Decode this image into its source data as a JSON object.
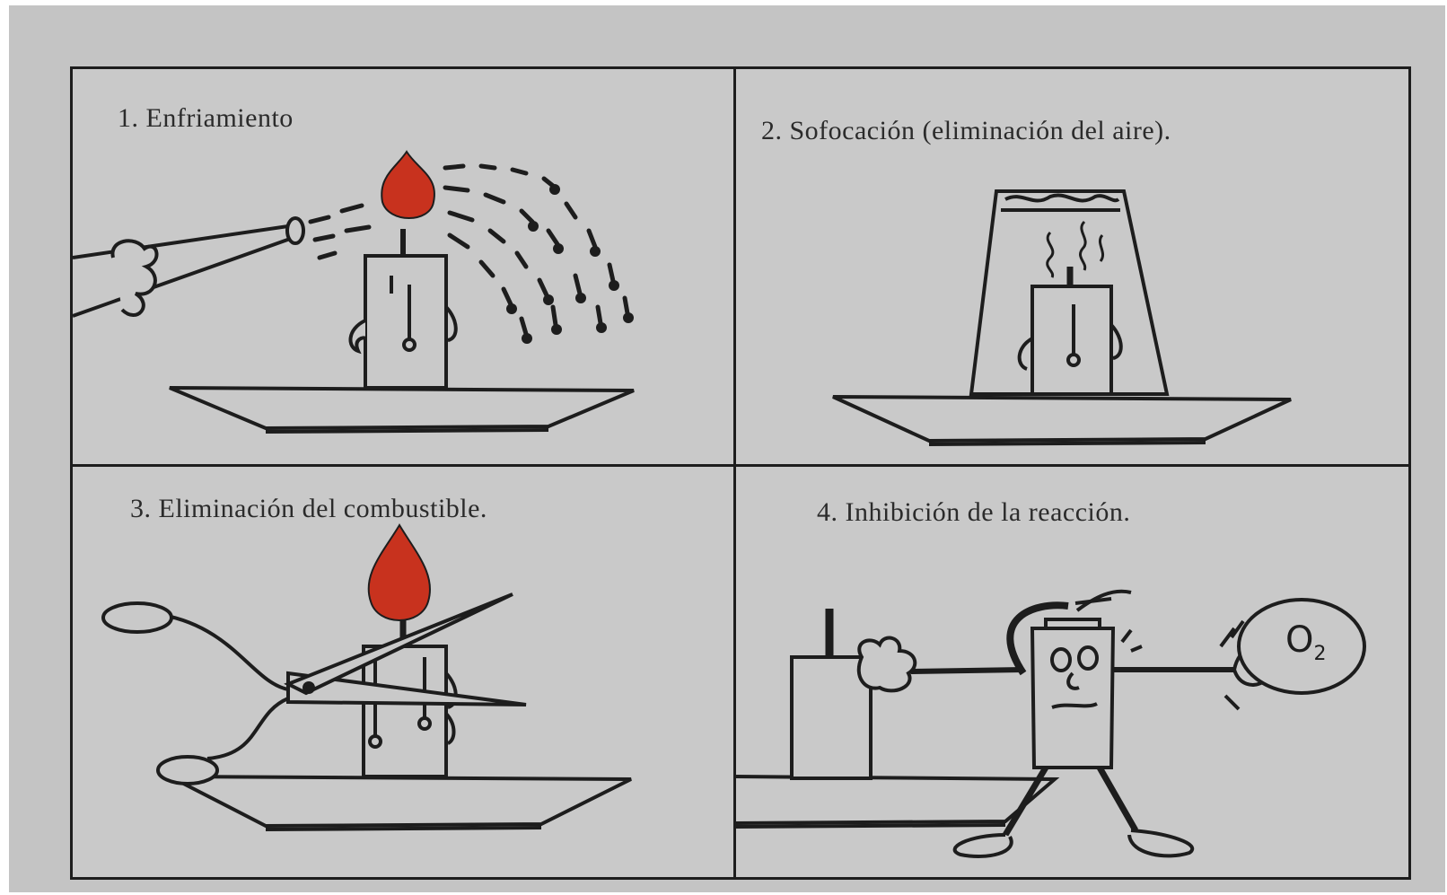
{
  "panels": [
    {
      "caption": "1. Enfriamiento",
      "icon": "hose-water-on-candle-icon"
    },
    {
      "caption": "2. Sofocación (eliminación del aire).",
      "icon": "covered-candle-icon"
    },
    {
      "caption": "3. Eliminación del combustible.",
      "icon": "scissors-cutting-wick-icon"
    },
    {
      "caption": "4. Inhibición de la reacción.",
      "icon": "extinguisher-blocking-oxygen-icon"
    }
  ],
  "oxygen_label": "O",
  "oxygen_subscript": "2",
  "colors": {
    "flame": "#c8321e",
    "line": "#1d1d1d",
    "paper": "#c9c9c9"
  }
}
